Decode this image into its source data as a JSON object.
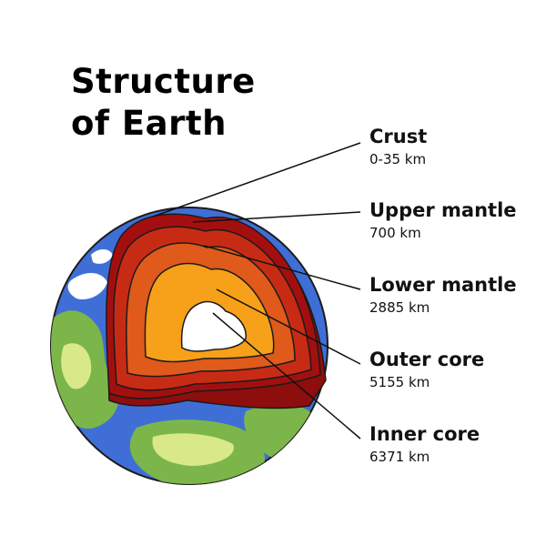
{
  "title": {
    "line1": "Structure",
    "line2": "of Earth"
  },
  "layers": [
    {
      "name": "Crust",
      "depth": "0-35 km",
      "color": "#a30f0f"
    },
    {
      "name": "Upper mantle",
      "depth": "700 km",
      "color": "#c82b14"
    },
    {
      "name": "Lower mantle",
      "depth": "2885 km",
      "color": "#df5a1b"
    },
    {
      "name": "Outer core",
      "depth": "5155 km",
      "color": "#f7a01a"
    },
    {
      "name": "Inner core",
      "depth": "6371 km",
      "color": "#ffffff"
    }
  ],
  "colors": {
    "ocean": "#3f6fd6",
    "land": "#7cb64a",
    "land_light": "#d9e98a",
    "ice": "#ffffff"
  }
}
